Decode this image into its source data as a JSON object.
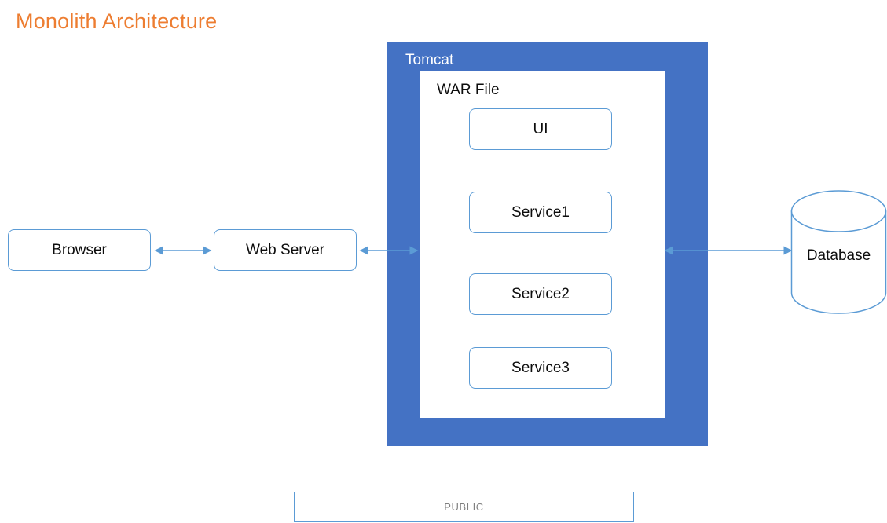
{
  "title": "Monolith Architecture",
  "colors": {
    "title_orange": "#ED7D31",
    "container_blue": "#4472C4",
    "outline_blue": "#5B9BD5",
    "arrow_blue": "#5B9BD5",
    "text_black": "#0D0D0D",
    "text_white": "#FFFFFF",
    "footer_gray": "#808080",
    "panel_white": "#FFFFFF"
  },
  "nodes": {
    "browser": {
      "label": "Browser"
    },
    "web_server": {
      "label": "Web Server"
    },
    "tomcat": {
      "label": "Tomcat"
    },
    "war_file": {
      "label": "WAR File"
    },
    "database": {
      "label": "Database"
    }
  },
  "components": [
    {
      "label": "UI"
    },
    {
      "label": "Service1"
    },
    {
      "label": "Service2"
    },
    {
      "label": "Service3"
    }
  ],
  "connectors": [
    {
      "name": "browser-to-web-server",
      "from": "Browser",
      "to": "Web Server",
      "style": "double-arrow"
    },
    {
      "name": "web-server-to-tomcat",
      "from": "Web Server",
      "to": "Tomcat",
      "style": "double-arrow"
    },
    {
      "name": "tomcat-to-database",
      "from": "Tomcat",
      "to": "Database",
      "style": "double-arrow"
    }
  ],
  "footer": {
    "label": "PUBLIC"
  }
}
